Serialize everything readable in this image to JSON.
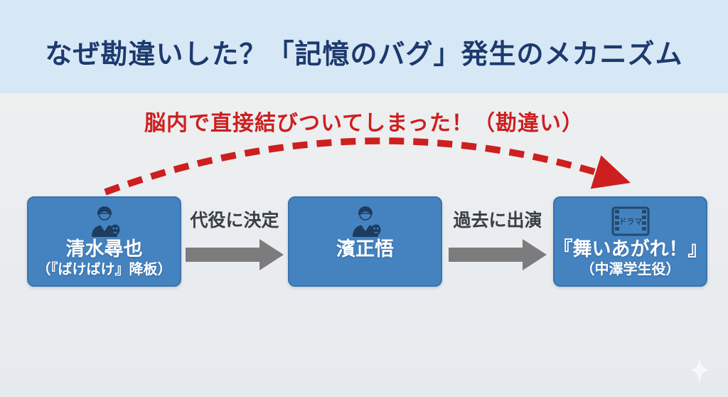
{
  "title": "なぜ勘違いした？「記憶のバグ」発生のメカニズム",
  "caption": "脳内で直接結びついてしまった！（勘違い）",
  "flow": {
    "nodes": [
      {
        "name": "清水尋也",
        "note": "（『ばけばけ』降板）",
        "icon": "actor-mask-icon"
      },
      {
        "name": "濱正悟",
        "note": "",
        "icon": "actor-mask-icon"
      },
      {
        "name": "『舞いあがれ！』",
        "note": "（中澤学生役）",
        "icon": "drama-film-icon"
      }
    ],
    "connectors": [
      {
        "label": "代役に決定"
      },
      {
        "label": "過去に出演"
      }
    ],
    "drama_icon_label": "ドラマ"
  },
  "colors": {
    "header_bg": "#d6e7f5",
    "title_navy": "#1c3a6e",
    "accent_red": "#cd1f1f",
    "node_blue": "#4483c0",
    "arrow_gray": "#7c7c7c",
    "icon_navy": "#1d3c5e"
  }
}
